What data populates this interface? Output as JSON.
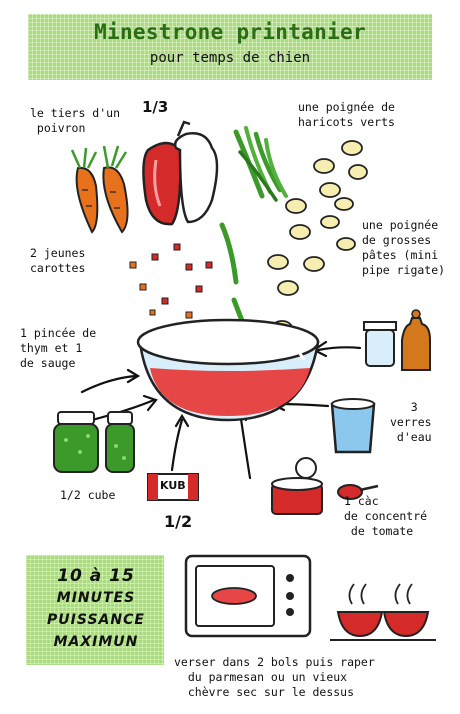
{
  "header": {
    "title": "Minestrone printanier",
    "subtitle": "pour temps de chien"
  },
  "ingredients": {
    "poivron": "le tiers d'un\n poivron",
    "poivron_fraction": "1/3",
    "haricots": "une poignée de\nharicots verts",
    "carottes": "2 jeunes\ncarottes",
    "pates": "une poignée\nde grosses\npâtes (mini\npipe rigate)",
    "herbes": "1 pincée de\nthym et 1\nde sauge",
    "eau": "   3\nverres\n d'eau",
    "cube": "1/2 cube",
    "cube_fraction": "1/2",
    "cube_brand": "KUB",
    "tomate": "1 càc\nde concentré\n de tomate"
  },
  "cooking": {
    "time_line1": "10 à 15",
    "time_line2": "MINUTES",
    "time_line3": "PUISSANCE",
    "time_line4": "MAXIMUN",
    "serving": "verser dans 2 bols puis raper\n  du parmesan ou un vieux\n  chèvre sec sur le dessus"
  },
  "colors": {
    "banner_green": "#a9dc7a",
    "title_green": "#2a6e14",
    "tomato_red": "#d42a2a",
    "carrot_orange": "#e8721c",
    "bean_green": "#3c9a2a",
    "water_blue": "#8cc8ee"
  },
  "icons": [
    "pepper-icon",
    "carrot-icon",
    "green-beans-icon",
    "pasta-icon",
    "herb-jar-icon",
    "bouillon-cube-icon",
    "tomato-paste-can-icon",
    "spoon-icon",
    "water-glass-icon",
    "pepper-mill-icon",
    "salt-jar-icon",
    "bowl-icon",
    "microwave-icon",
    "soup-bowls-icon"
  ]
}
